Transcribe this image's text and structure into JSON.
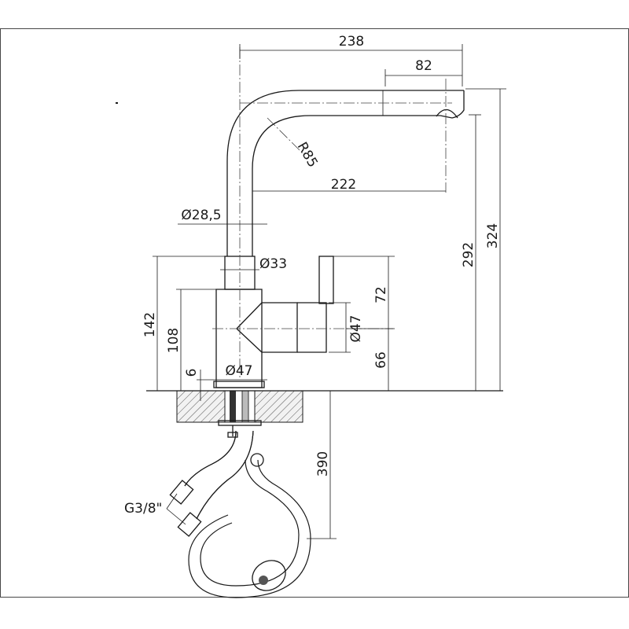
{
  "dimensions": {
    "overall_width": "238",
    "spout_reach_top": "82",
    "bend_radius": "R85",
    "spout_reach": "222",
    "spout_diameter": "Ø28,5",
    "neck_diameter": "Ø33",
    "spout_height": "292",
    "total_height": "324",
    "lever_height_upper": "72",
    "lever_diameter": "Ø47",
    "lever_height_lower": "66",
    "body_height_total": "142",
    "body_height": "108",
    "base_thickness": "6",
    "base_diameter": "Ø47",
    "hose_length": "390",
    "connection_thread": "G3/8\""
  }
}
